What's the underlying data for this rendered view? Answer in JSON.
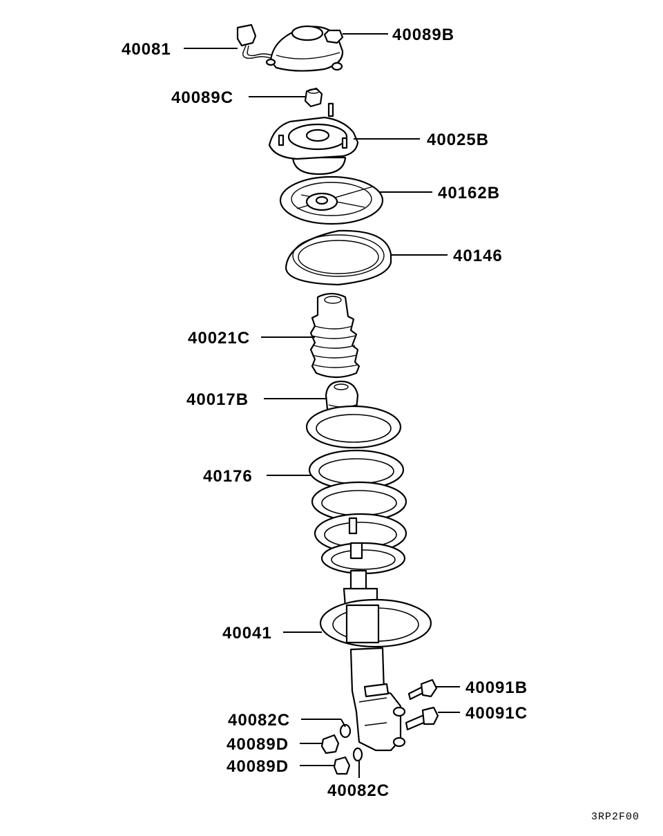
{
  "diagram_code": "3RP2F00",
  "parts": {
    "p40081": "40081",
    "p40089B": "40089B",
    "p40089C": "40089C",
    "p40025B": "40025B",
    "p40162B": "40162B",
    "p40146": "40146",
    "p40021C": "40021C",
    "p40017B": "40017B",
    "p40176": "40176",
    "p40041": "40041",
    "p40091B": "40091B",
    "p40091C": "40091C",
    "p40082C_top": "40082C",
    "p40089D_top": "40089D",
    "p40089D_bottom": "40089D",
    "p40082C_bottom": "40082C"
  }
}
